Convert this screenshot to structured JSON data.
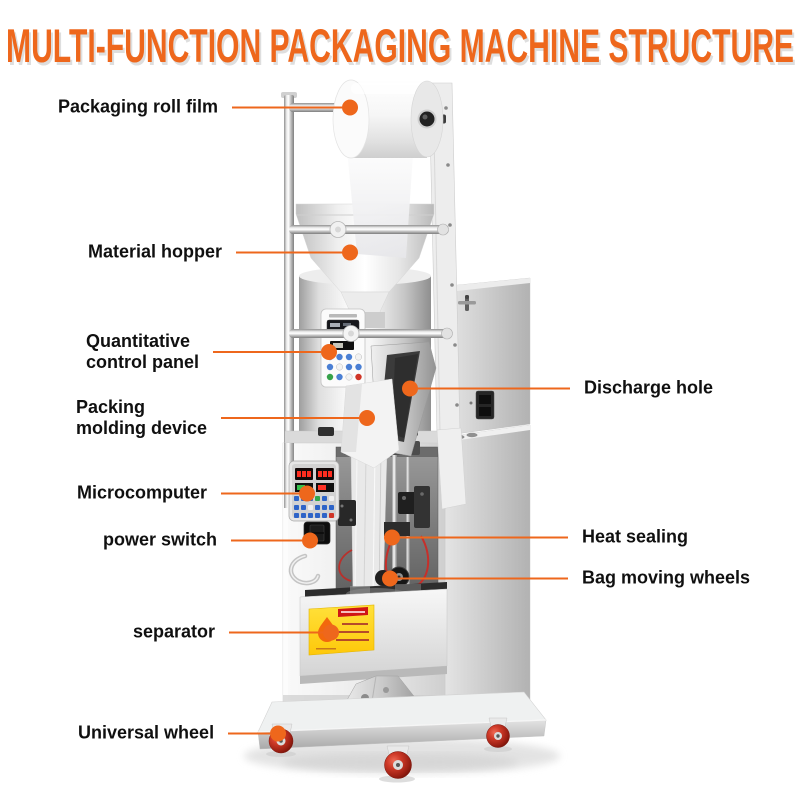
{
  "title": "MULTI-FUNCTION PACKAGING MACHINE STRUCTURE",
  "colors": {
    "accent": "#EE671C",
    "label_text": "#101010",
    "title_shadow": "#DEDEDE",
    "wheel_red": "#B3261A",
    "warning_yellow": "#FFD71E",
    "warning_red": "#CF1616"
  },
  "labels": {
    "left": [
      {
        "id": "packaging-roll-film",
        "text": "Packaging roll film"
      },
      {
        "id": "material-hopper",
        "text": "Material hopper"
      },
      {
        "id": "quantitative-control-panel",
        "text": "Quantitative\ncontrol panel"
      },
      {
        "id": "packing-molding-device",
        "text": "Packing\nmolding device"
      },
      {
        "id": "microcomputer",
        "text": "Microcomputer"
      },
      {
        "id": "power-switch",
        "text": "power switch"
      },
      {
        "id": "separator",
        "text": "separator"
      },
      {
        "id": "universal-wheel",
        "text": "Universal wheel"
      }
    ],
    "right": [
      {
        "id": "discharge-hole",
        "text": "Discharge hole"
      },
      {
        "id": "heat-sealing",
        "text": "Heat sealing"
      },
      {
        "id": "bag-moving-wheels",
        "text": "Bag moving wheels"
      }
    ]
  }
}
